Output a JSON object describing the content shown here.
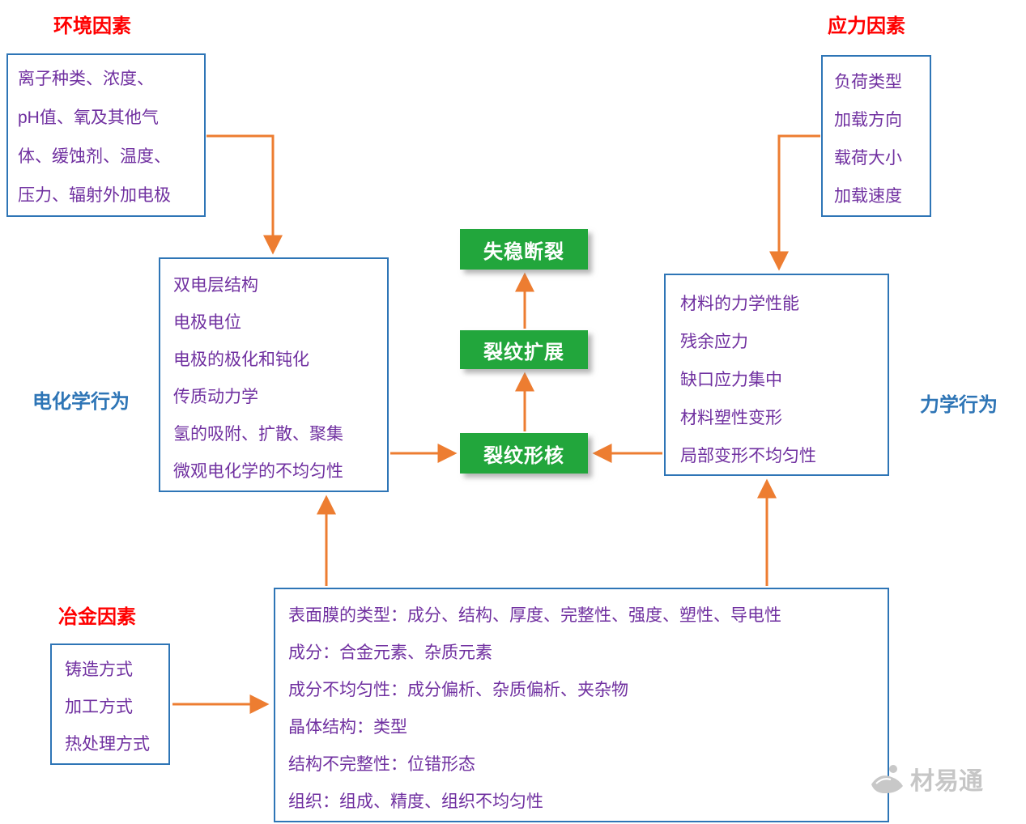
{
  "titles": {
    "environment": "环境因素",
    "stress": "应力因素",
    "metallurgy": "冶金因素"
  },
  "labels": {
    "electrochemistry": "电化学行为",
    "mechanics": "力学行为"
  },
  "boxes": {
    "environment": {
      "lines": [
        "离子种类、浓度、",
        "pH值、氧及其他气",
        "体、缓蚀剂、温度、",
        "压力、辐射外加电极"
      ]
    },
    "stress": {
      "lines": [
        "负荷类型",
        "加载方向",
        "载荷大小",
        "加载速度"
      ]
    },
    "electrochemistry": {
      "lines": [
        "双电层结构",
        "电极电位",
        "电极的极化和钝化",
        "传质动力学",
        "氢的吸附、扩散、聚集",
        "微观电化学的不均匀性"
      ]
    },
    "mechanics": {
      "lines": [
        "材料的力学性能",
        "残余应力",
        "缺口应力集中",
        "材料塑性变形",
        "局部变形不均匀性"
      ]
    },
    "metallurgy": {
      "lines": [
        "铸造方式",
        "加工方式",
        "热处理方式"
      ]
    },
    "material": {
      "lines": [
        "表面膜的类型：成分、结构、厚度、完整性、强度、塑性、导电性",
        "成分：合金元素、杂质元素",
        "成分不均匀性：成分偏析、杂质偏析、夹杂物",
        "晶体结构：类型",
        "结构不完整性：位错形态",
        "组织：组成、精度、组织不均匀性"
      ]
    }
  },
  "process": {
    "fracture": "失稳断裂",
    "propagation": "裂纹扩展",
    "nucleation": "裂纹形核"
  },
  "watermark": {
    "text": "材易通"
  },
  "colors": {
    "title_red": "#ff0000",
    "label_blue": "#2e75b6",
    "box_border_blue": "#2e75b6",
    "box_text_purple": "#7030a0",
    "node_green": "#22a63c",
    "arrow_orange": "#ed7d31",
    "watermark_gray": "#c6c6c6"
  }
}
